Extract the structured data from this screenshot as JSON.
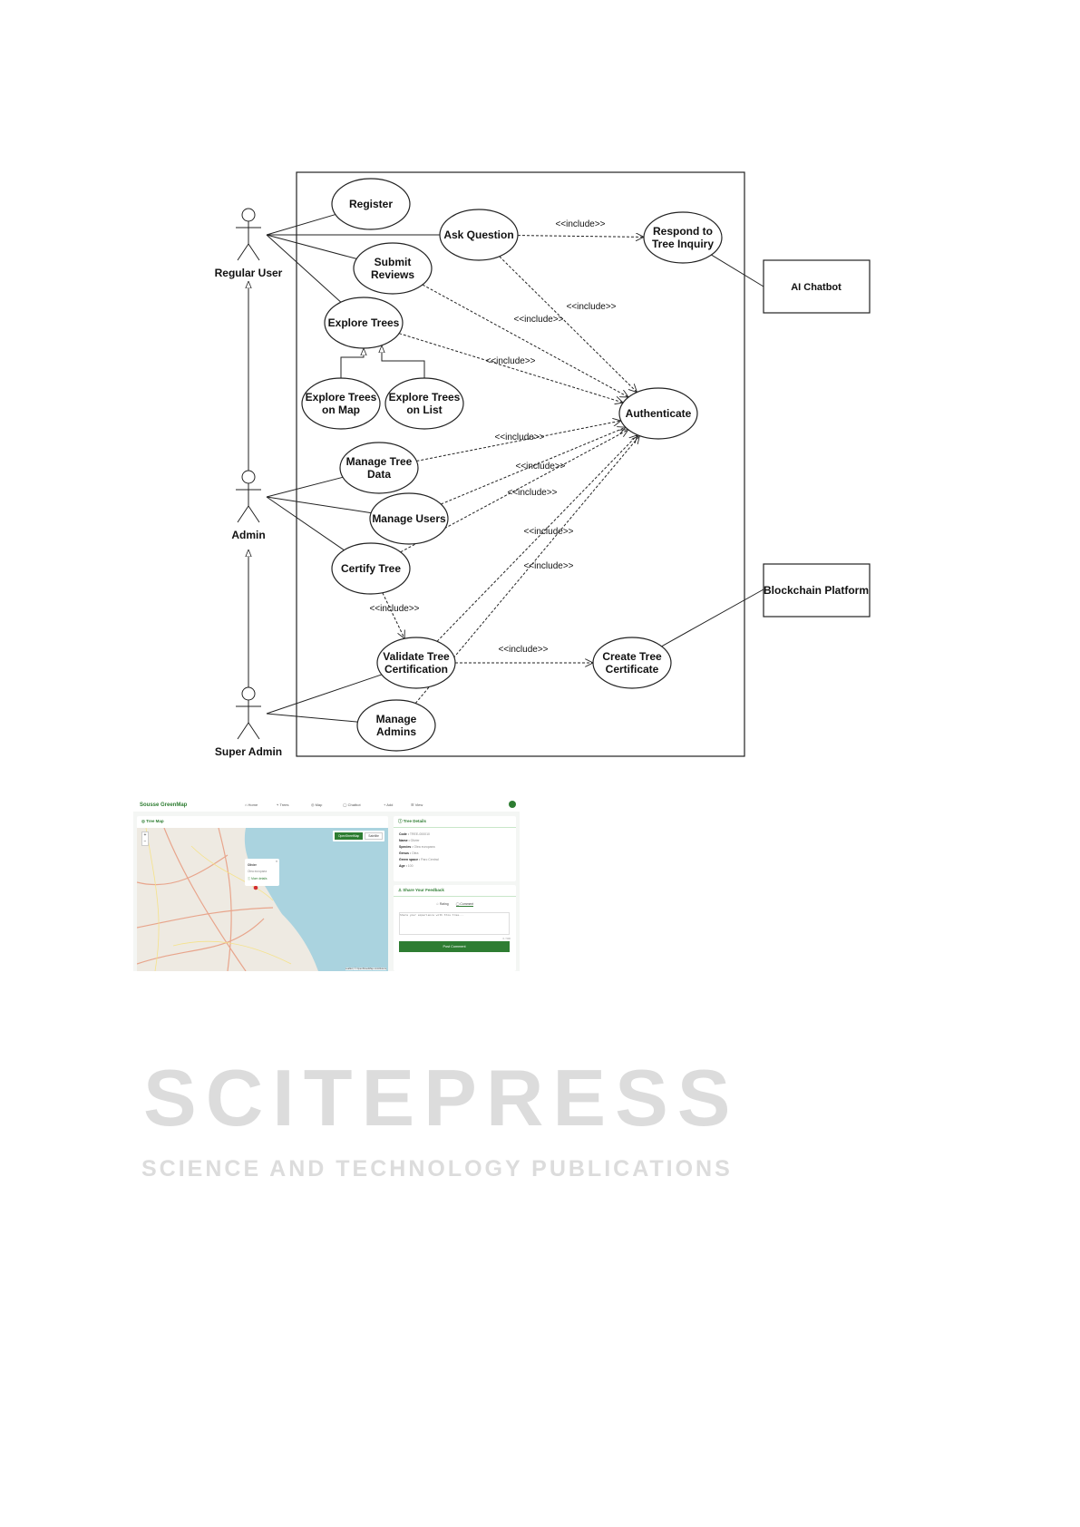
{
  "diagram": {
    "actors": [
      "Regular User",
      "Admin",
      "Super Admin"
    ],
    "use_cases": {
      "register": [
        "Register"
      ],
      "ask_question": [
        "Ask Question"
      ],
      "submit_reviews": [
        "Submit",
        "Reviews"
      ],
      "explore_trees": [
        "Explore Trees"
      ],
      "explore_map": [
        "Explore Trees",
        "on Map"
      ],
      "explore_list": [
        "Explore Trees",
        "on List"
      ],
      "respond": [
        "Respond to",
        "Tree Inquiry"
      ],
      "authenticate": [
        "Authenticate"
      ],
      "manage_tree_data": [
        "Manage Tree",
        "Data"
      ],
      "manage_users": [
        "Manage Users"
      ],
      "certify_tree": [
        "Certify Tree"
      ],
      "validate": [
        "Validate Tree",
        "Certification"
      ],
      "create_cert": [
        "Create Tree",
        "Certificate"
      ],
      "manage_admins": [
        "Manage",
        "Admins"
      ]
    },
    "external_systems": [
      "AI Chatbot",
      "Blockchain Platform"
    ],
    "include_label": "<<include>>"
  },
  "watermark": {
    "main": "SCITEPRESS",
    "sub": "SCIENCE AND TECHNOLOGY PUBLICATIONS"
  },
  "app": {
    "brand": "Sousse GreenMap",
    "nav": [
      "⌂ Home",
      "⑂ Trees",
      "◎ Map",
      "◯ Chatbot",
      "+ Add",
      "☰ View"
    ],
    "map_card": {
      "title": "◎ Tree Map",
      "layers": [
        "OpenStreetMap",
        "Satellite"
      ],
      "zoom_in": "+",
      "zoom_out": "−",
      "popup": {
        "name": "Olivier",
        "species": "Olea europaea",
        "link": "ⓘ More details",
        "close": "×"
      },
      "attribution": "Leaflet | © OpenStreetMap contributors"
    },
    "details": {
      "title": "ⓘ Tree Details",
      "rows": [
        [
          "Code :",
          "TREE-000010"
        ],
        [
          "Name :",
          "Olivier"
        ],
        [
          "Species :",
          "Olea europaea"
        ],
        [
          "Genus :",
          "Olea"
        ],
        [
          "Green space :",
          "Parc Central"
        ],
        [
          "Age :",
          "100"
        ]
      ]
    },
    "feedback": {
      "title": "♙ Share Your Feedback",
      "tabs": [
        "☆ Rating",
        "◯ Comment"
      ],
      "placeholder": "Share your experience with this tree...",
      "counter": "0 / 500",
      "button": "Post Comment"
    }
  },
  "colors": {
    "accent": "#2e7d32",
    "sea": "#aad3df"
  }
}
